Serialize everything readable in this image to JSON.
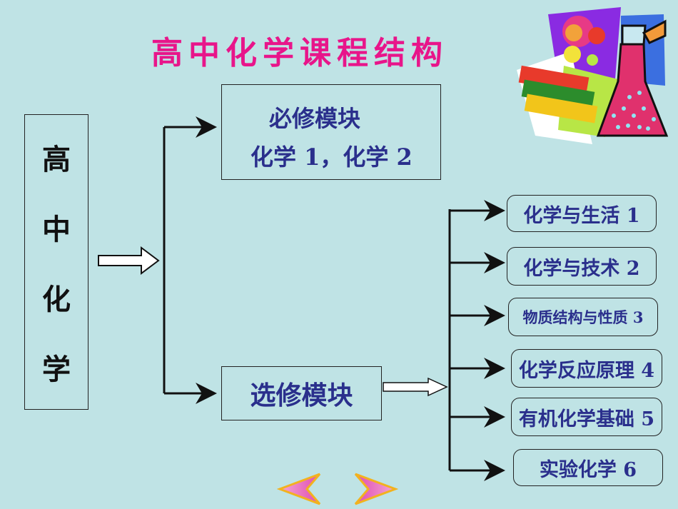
{
  "title": "高中化学课程结构",
  "left_box": {
    "chars": [
      "高",
      "中",
      "化",
      "学"
    ]
  },
  "required": {
    "line1": "必修模块",
    "line2": "化学 1，化学 2"
  },
  "elective": {
    "label": "选修模块"
  },
  "modules": [
    {
      "label": "化学与生活 1"
    },
    {
      "label": "化学与技术 2"
    },
    {
      "label": "物质结构与性质 3"
    },
    {
      "label": "化学反应原理 4"
    },
    {
      "label": "有机化学基础 5"
    },
    {
      "label": "实验化学 6"
    }
  ],
  "nav": {
    "prev_icon": "arrow-left-icon",
    "next_icon": "arrow-right-icon"
  },
  "colors": {
    "background": "#bfe3e5",
    "title": "#e8158a",
    "text": "#2a2f8c",
    "line": "#111111"
  }
}
